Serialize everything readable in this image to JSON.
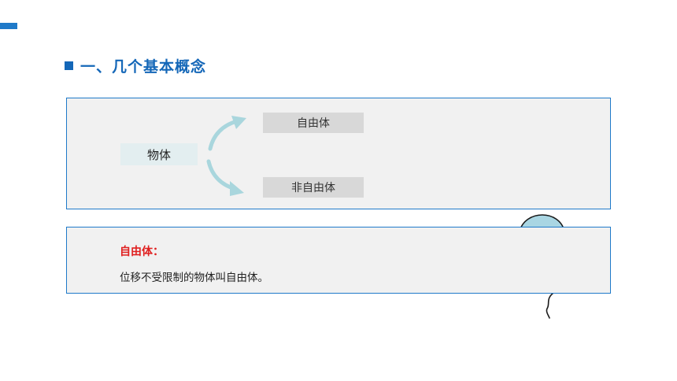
{
  "section": {
    "heading": "一、几个基本概念"
  },
  "concept_map": {
    "root_label": "物体",
    "branches": [
      {
        "label": "自由体"
      },
      {
        "label": "非自由体"
      }
    ]
  },
  "definition": {
    "term": "自由体：",
    "text": "位移不受限制的物体叫自由体。"
  },
  "colors": {
    "accent_blue": "#1f7ac9",
    "heading_blue": "#1467b8",
    "term_red": "#e02020",
    "arrow_teal": "#a9d6dd",
    "panel_bg": "#f1f1f1"
  }
}
